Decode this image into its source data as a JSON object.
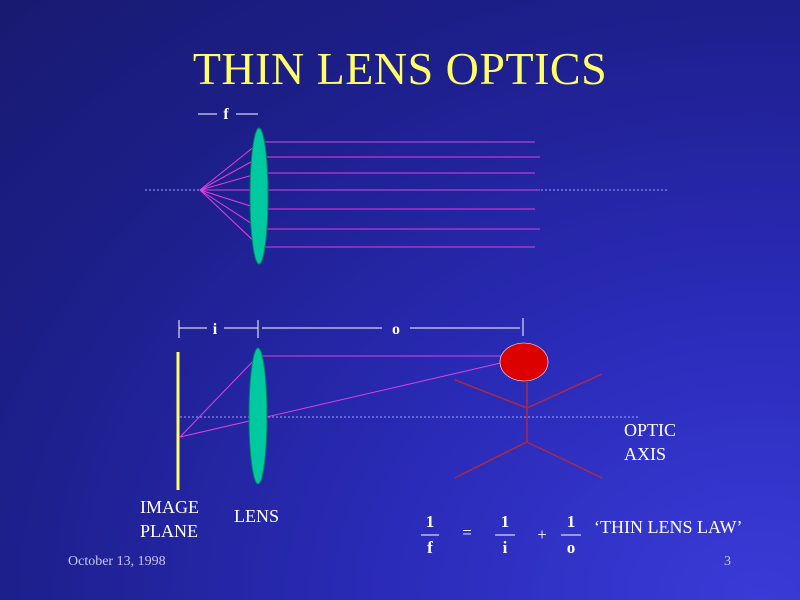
{
  "title": "THIN LENS OPTICS",
  "labels": {
    "focal": "f",
    "image_distance": "i",
    "object_distance": "o",
    "optic_axis_line1": "OPTIC",
    "optic_axis_line2": "AXIS",
    "image_plane_line1": "IMAGE",
    "image_plane_line2": "PLANE",
    "lens": "LENS"
  },
  "equation": {
    "term1_num": "1",
    "term1_den": "f",
    "equals": "=",
    "term2_num": "1",
    "term2_den": "i",
    "plus": "+",
    "term3_num": "1",
    "term3_den": "o",
    "law": "‘THIN LENS LAW’"
  },
  "footer": {
    "date": "October 13, 1998",
    "page": "3"
  },
  "colors": {
    "background": "#1d1f8c",
    "title": "#ffff66",
    "ray": "#e040e0",
    "lens_fill": "#00c8a0",
    "object_head": "#dd0000",
    "object_body": "#b02840",
    "image_plane": "#ffff66",
    "text": "#ffffff"
  }
}
